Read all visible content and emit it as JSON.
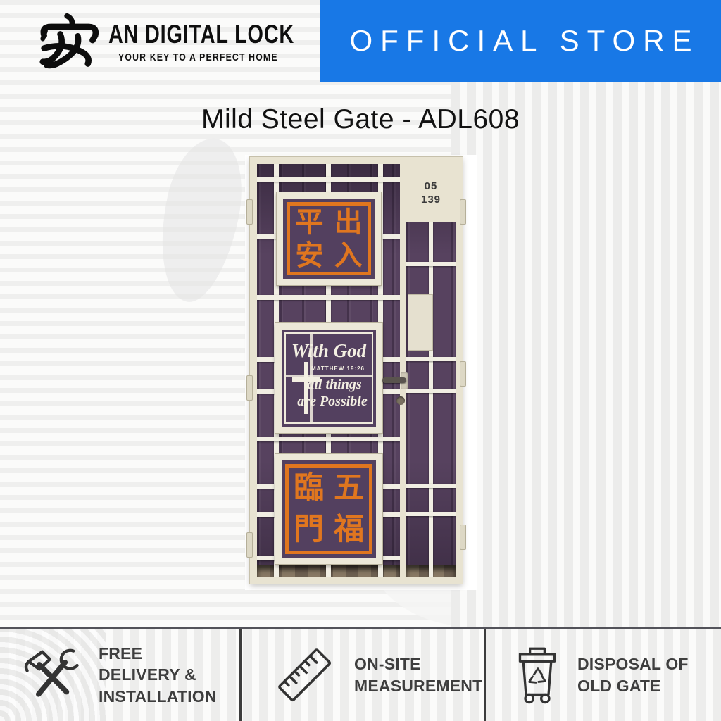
{
  "header": {
    "logo": {
      "mark_char": "安",
      "brand_name": "AN DIGITAL LOCK",
      "tagline": "YOUR KEY TO A PERFECT HOME"
    },
    "banner": {
      "label": "OFFICIAL STORE"
    }
  },
  "product": {
    "title": "Mild Steel Gate - ADL608",
    "gate": {
      "unit_number": [
        "05",
        "139"
      ],
      "top_panel_chars": [
        "平",
        "出",
        "安",
        "入"
      ],
      "top_panel_phrase": "出入平安",
      "verse_panel_lines": [
        "With God",
        "MATTHEW 19:26",
        "all things",
        "are Possible"
      ],
      "bottom_panel_chars": [
        "臨",
        "五",
        "門",
        "福"
      ],
      "bottom_panel_phrase": "五福臨門"
    }
  },
  "features": [
    {
      "icon": "hammer-wrench-icon",
      "lines": [
        "FREE",
        "DELIVERY &",
        "INSTALLATION"
      ]
    },
    {
      "icon": "ruler-icon",
      "lines": [
        "ON-SITE",
        "MEASUREMENT"
      ]
    },
    {
      "icon": "recycle-bin-icon",
      "lines": [
        "DISPOSAL OF",
        "OLD GATE"
      ]
    }
  ],
  "colors": {
    "banner_blue": "#1878e6",
    "accent_orange": "#e0761f",
    "door_purple": "#57425f",
    "gate_cream": "#e8e3d1"
  }
}
